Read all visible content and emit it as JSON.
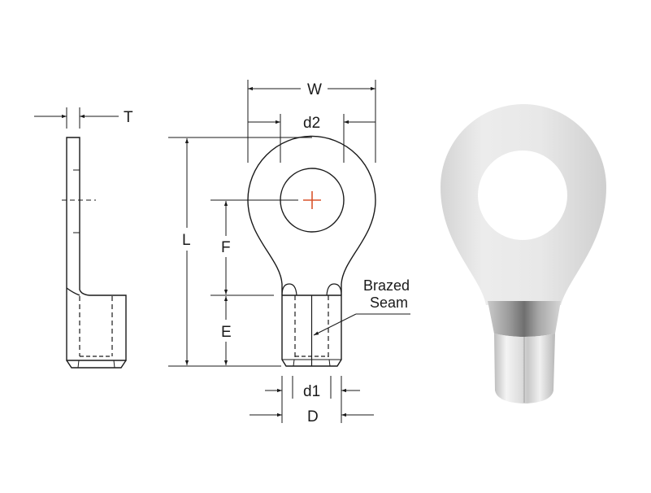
{
  "figure": {
    "title": "Ring Terminal Dimension Drawing",
    "colors": {
      "line": "#1a1a1a",
      "center_mark": "#d9532b",
      "photo_body": "#e6e6e6",
      "photo_barrel": "#d0d0d0"
    }
  },
  "side_view": {
    "dimension_labels": {
      "thickness": "T"
    }
  },
  "front_view": {
    "dimension_labels": {
      "width": "W",
      "stud_hole": "d2",
      "length": "L",
      "tongue_to_center": "F",
      "barrel_length": "E",
      "barrel_inner": "d1",
      "barrel_outer": "D"
    },
    "callout": {
      "line1": "Brazed",
      "line2": "Seam"
    }
  },
  "photo": {
    "description": "Product photo of uninsulated ring terminal"
  }
}
